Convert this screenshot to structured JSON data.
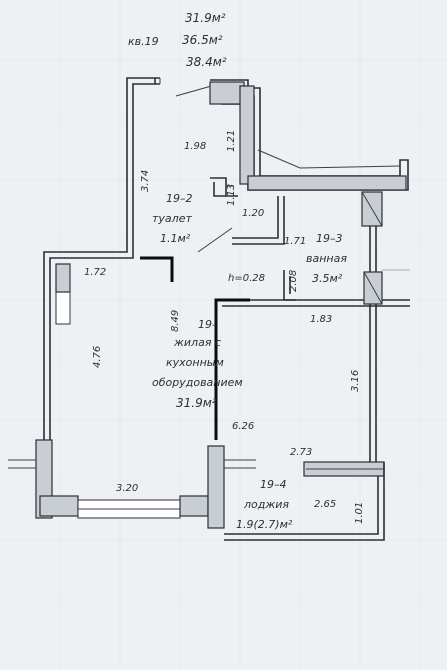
{
  "header": {
    "apt": "кв.19",
    "area1": "31.9м²",
    "area2": "36.5м²",
    "area3": "38.4м²"
  },
  "dims": {
    "d198": "1.98",
    "d121": "1.21",
    "d374": "3.74",
    "d113": "1.13",
    "d120": "1.20",
    "d171": "1.71",
    "d172": "1.72",
    "d208": "2.08",
    "d183": "1.83",
    "d849": "8.49",
    "d476": "4.76",
    "d316": "3.16",
    "d626": "6.26",
    "d273": "2.73",
    "d265": "2.65",
    "d320": "3.20",
    "d101": "1.01",
    "h": "h=0.28"
  },
  "rooms": {
    "wc": {
      "num": "19–2",
      "name": "туалет",
      "area": "1.1м²"
    },
    "bath": {
      "num": "19–3",
      "name": "ванная",
      "area": "3.5м²"
    },
    "living": {
      "num": "19–",
      "name1": "жилая с",
      "name2": "кухонным",
      "name3": "оборудованием",
      "area": "31.9м²"
    },
    "loggia": {
      "num": "19–4",
      "name": "лоджия",
      "area": "1.9(2.7)м²"
    }
  }
}
